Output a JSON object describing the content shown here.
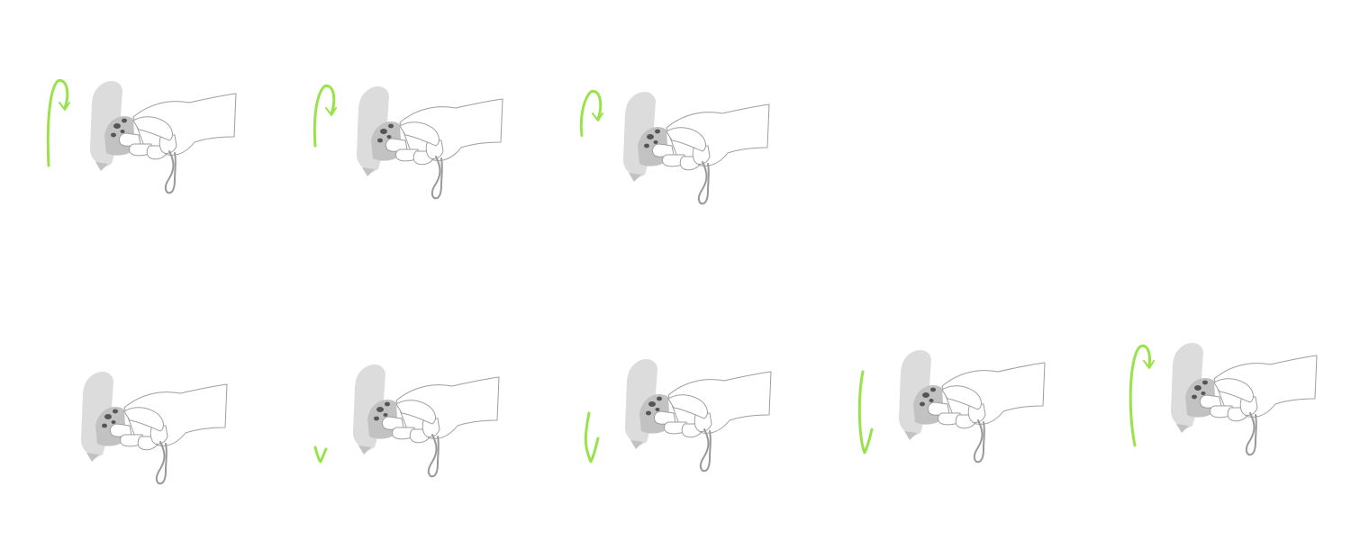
{
  "colors": {
    "motion_arrow": "#99e34a",
    "device": "#dcdcdc",
    "outline": "#9e9e9e",
    "background": "#ffffff"
  },
  "icons": {
    "hand": "hand-holding-remote-icon",
    "motion": "curved-motion-arrow-icon"
  },
  "rows": [
    {
      "frames": [
        {
          "arrow": {
            "kind": "hook-down",
            "length": 1.0
          }
        },
        {
          "arrow": {
            "kind": "hook-down",
            "length": 0.6
          }
        },
        {
          "arrow": {
            "kind": "hook-small",
            "length": 0.35
          }
        }
      ]
    },
    {
      "frames": [
        {
          "arrow": {
            "kind": "none",
            "length": 0
          }
        },
        {
          "arrow": {
            "kind": "tick",
            "length": 0.2
          }
        },
        {
          "arrow": {
            "kind": "swoosh-up",
            "length": 0.6
          }
        },
        {
          "arrow": {
            "kind": "swoosh-up",
            "length": 1.0
          }
        },
        {
          "arrow": {
            "kind": "hook-up",
            "length": 1.0
          }
        }
      ]
    }
  ]
}
